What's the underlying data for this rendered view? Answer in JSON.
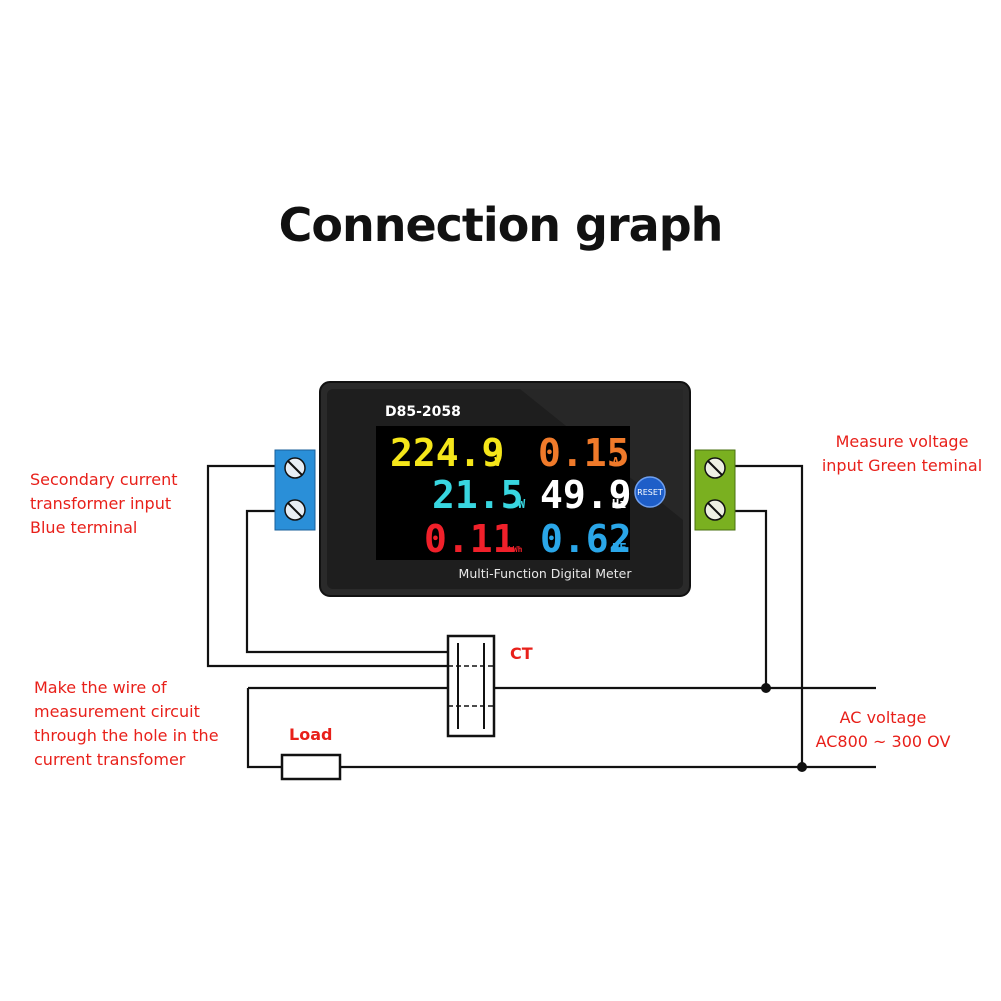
{
  "title": "Connection graph",
  "meter": {
    "model": "D85-2058",
    "caption": "Multi-Function Digital Meter",
    "reset_label": "RESET",
    "readings": [
      {
        "value": "224.9",
        "unit": "V",
        "color": "#f5e61a"
      },
      {
        "value": "0.15",
        "unit": "A",
        "color": "#f07a2a"
      },
      {
        "value": "21.5",
        "unit": "W",
        "color": "#38d6e0"
      },
      {
        "value": "49.9",
        "unit": "Hz",
        "color": "#ffffff"
      },
      {
        "value": "0.11",
        "unit": "kWh",
        "color": "#f0202a"
      },
      {
        "value": "0.62",
        "unit": "PF",
        "color": "#2aa6e8"
      }
    ]
  },
  "labels": {
    "secondary": "Secondary current\ntransformer input\nBlue terminal",
    "measure": "Measure voltage\ninput Green teminal",
    "ct": "CT",
    "wire": "Make the wire of\nmeasurement circuit\nthrough the hole in the\ncurrent transfomer",
    "load": "Load",
    "ac": "AC voltage\nAC800 ~ 300 OV"
  },
  "colors": {
    "red_text": "#e8201a",
    "blue_terminal": "#2a8fd8",
    "green_terminal": "#7ab020",
    "meter_body": "#1e1e1e"
  }
}
